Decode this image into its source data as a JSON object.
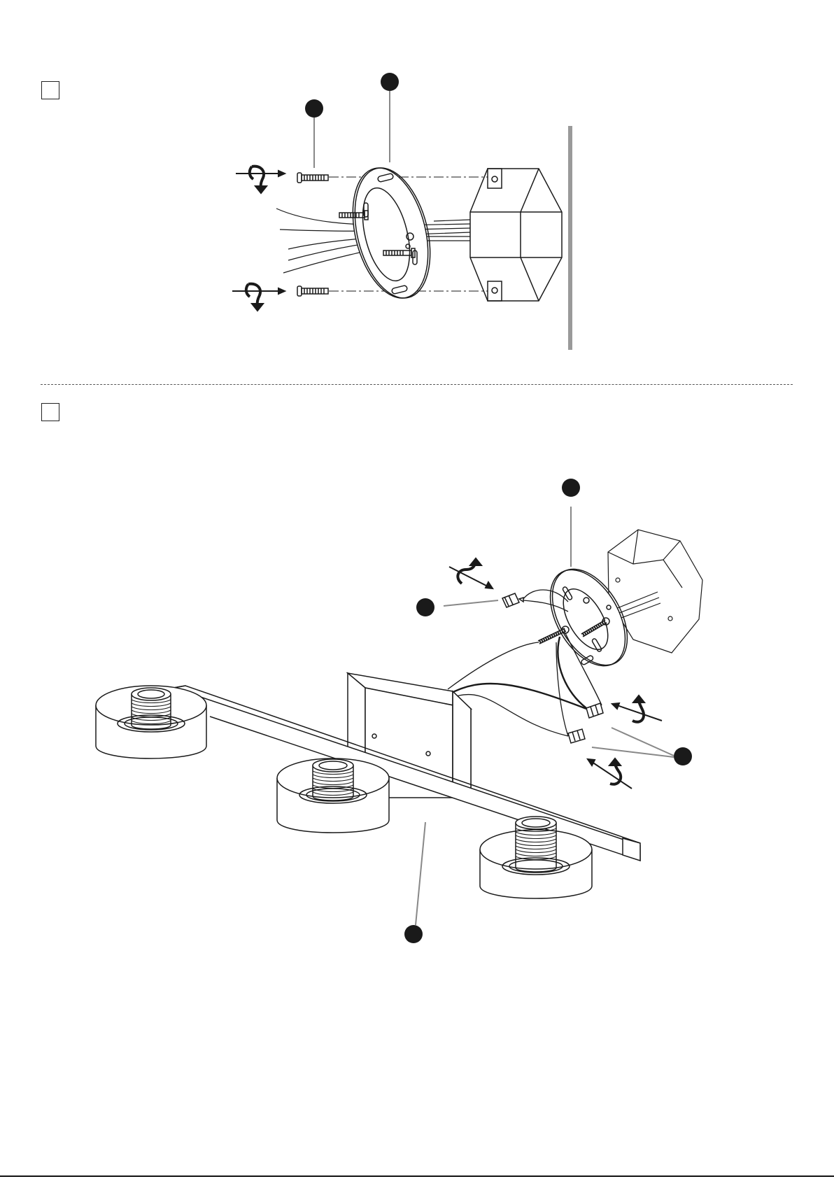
{
  "document": {
    "type": "assembly-instructions",
    "steps": [
      {
        "label": "",
        "box": "step-1"
      },
      {
        "label": "",
        "box": "step-2"
      }
    ],
    "callouts_step1": [
      "screw",
      "mounting-plate"
    ],
    "callouts_step2": [
      "mounting-plate",
      "wire-connector",
      "wire-connectors",
      "fixture-bar"
    ]
  },
  "colors": {
    "line": "#1a1a1a",
    "wall": "#9a9a9a",
    "callout_leader": "#888888"
  }
}
